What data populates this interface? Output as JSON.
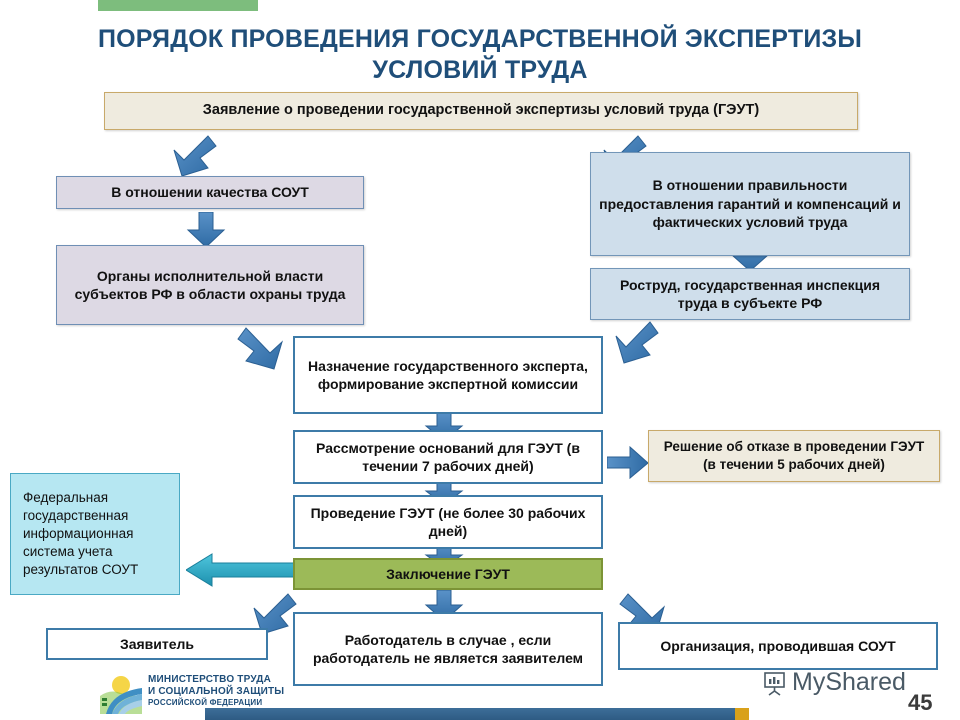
{
  "slide": {
    "title": "ПОРЯДОК ПРОВЕДЕНИЯ ГОСУДАРСТВЕННОЙ ЭКСПЕРТИЗЫ УСЛОВИЙ ТРУДА",
    "title_line1": "ПОРЯДОК ПРОВЕДЕНИЯ ГОСУДАРСТВЕННОЙ ЭКСПЕРТИЗЫ",
    "title_line2": "УСЛОВИЙ ТРУДА",
    "page_number": "45",
    "watermark": "MyShared",
    "title_color": "#1f4e79"
  },
  "boxes": {
    "application": {
      "text": "Заявление о проведении государственной экспертизы условий труда (ГЭУТ)",
      "fill": "#efebdf",
      "border": "#c8a96a"
    },
    "quality_sout": {
      "text": "В отношении качества СОУТ",
      "fill": "#ddd9e4",
      "border": "#6f8fb5"
    },
    "executive_bodies": {
      "text": "Органы исполнительной власти субъектов РФ в области охраны труда",
      "fill": "#ddd9e4",
      "border": "#6f8fb5"
    },
    "guarantees": {
      "text": "В отношении правильности предоставления гарантий и компенсаций и фактических условий труда",
      "fill": "#cfdeeb",
      "border": "#7396b8"
    },
    "rostrud": {
      "text": "Роструд, государственная инспекция труда в субъекте РФ",
      "fill": "#cfdeeb",
      "border": "#7396b8"
    },
    "expert_appointment": {
      "text": "Назначение государственного эксперта, формирование экспертной комиссии",
      "fill": "#ffffff",
      "border": "#3d7ba8"
    },
    "grounds_review": {
      "text": "Рассмотрение оснований для ГЭУТ (в течении 7 рабочих дней)",
      "fill": "#ffffff",
      "border": "#3d7ba8"
    },
    "refusal_decision": {
      "text": "Решение об отказе в проведении ГЭУТ (в течении 5 рабочих дней)",
      "fill": "#efebdf",
      "border": "#c8a96a"
    },
    "conducting": {
      "text": "Проведение ГЭУТ (не более 30 рабочих дней)",
      "fill": "#ffffff",
      "border": "#3d7ba8"
    },
    "conclusion": {
      "text": "Заключение ГЭУТ",
      "fill": "#9cba58",
      "border": "#7c9436"
    },
    "federal_system": {
      "text": "Федеральная государственная информационная система учета результатов СОУТ",
      "fill": "#b6e7f2",
      "border": "#4aa9c4"
    },
    "applicant": {
      "text": "Заявитель",
      "fill": "#ffffff",
      "border": "#3d7ba8"
    },
    "employer": {
      "text": "Работодатель в случае , если работодатель не является заявителем",
      "fill": "#ffffff",
      "border": "#3d7ba8"
    },
    "organization": {
      "text": "Организация, проводившая СОУТ",
      "fill": "#ffffff",
      "border": "#3d7ba8"
    }
  },
  "logo": {
    "line1": "МИНИСТЕРСТВО ТРУДА",
    "line2": "И СОЦИАЛЬНОЙ ЗАЩИТЫ",
    "line3": "РОССИЙСКОЙ ФЕДЕРАЦИИ"
  },
  "arrows": {
    "blue": "#3f7cb8",
    "teal": "#2aa8c4",
    "count": 13
  }
}
